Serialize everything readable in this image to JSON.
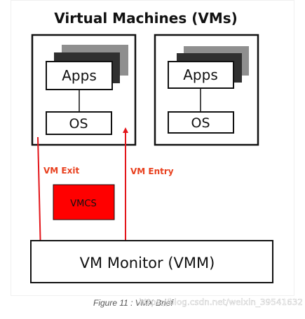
{
  "diagram": {
    "title": "Virtual Machines (VMs)",
    "vms": [
      {
        "apps_label": "Apps",
        "os_label": "OS"
      },
      {
        "apps_label": "Apps",
        "os_label": "OS"
      }
    ],
    "vm_exit_label": "VM Exit",
    "vm_entry_label": "VM Entry",
    "vmcs_label": "VMCS",
    "vmm_label": "VM Monitor (VMM)",
    "caption": "Figure 11 : VMX Brief",
    "watermark": "https://blog.csdn.net/weixin_39541632"
  },
  "colors": {
    "arrow_red": "#e3151a",
    "label_red": "#e8401e",
    "vmcs_fill": "#ff0000",
    "shadow_gray": "#8f8f8f",
    "shadow_dark": "#303030",
    "caption_gray": "#555555"
  }
}
